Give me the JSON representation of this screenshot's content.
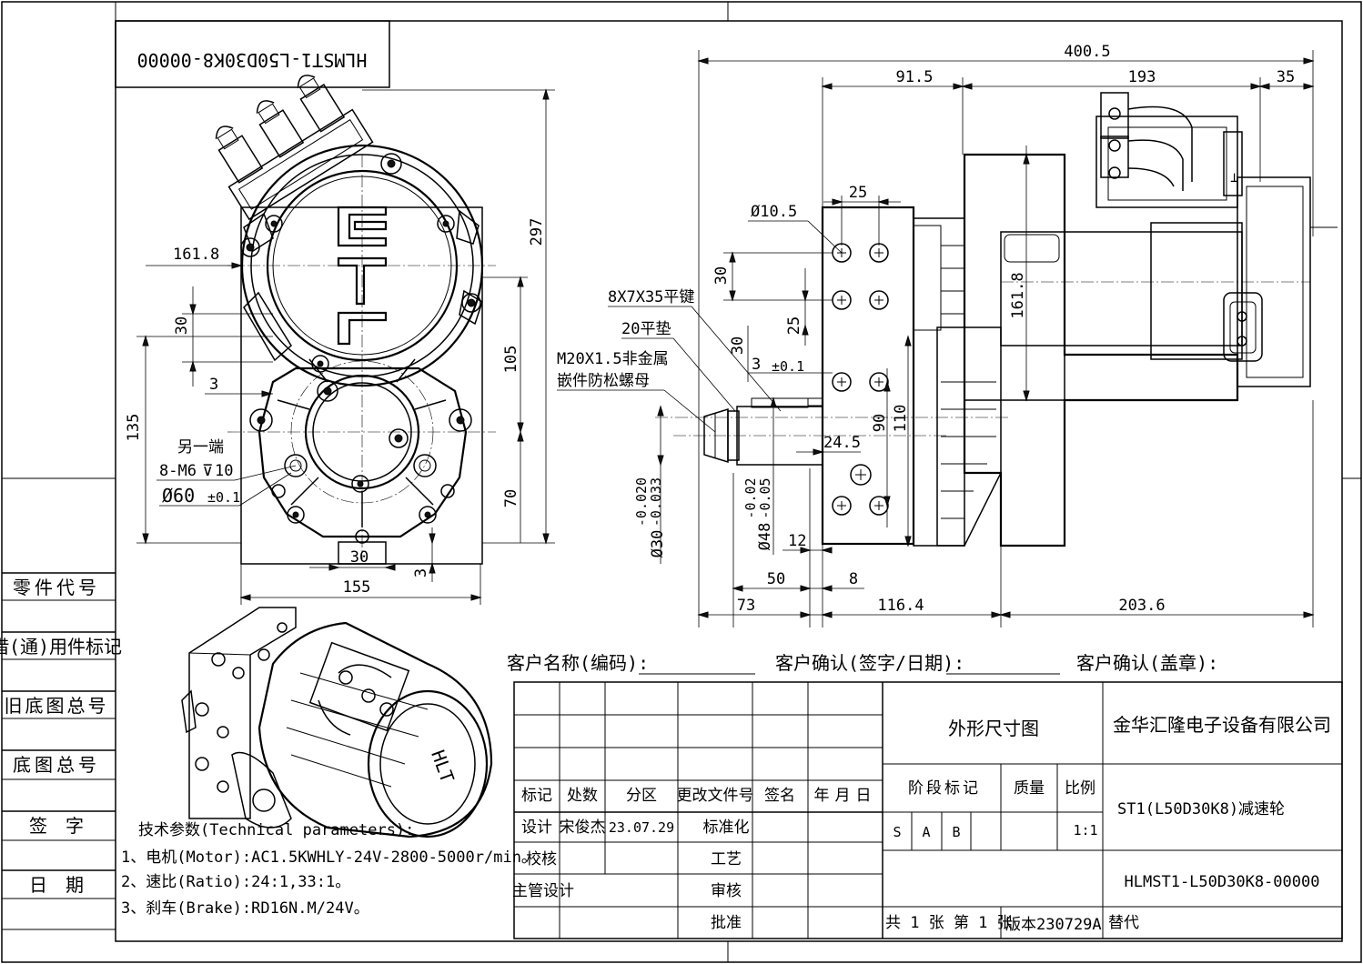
{
  "title_stamp": "HLMST1-L50D30K8-00000",
  "front_view": {
    "d_297": "297",
    "d_161_8": "161.8",
    "d_30": "30",
    "d_3": "3",
    "d_105": "105",
    "d_135": "135",
    "d_70": "70",
    "d_30b": "30",
    "d_3b": "3",
    "d_155": "155",
    "note_other_end": "另一端",
    "note_m6": "8-M6",
    "note_m6_depth": "10",
    "note_phi60": "Ø60",
    "note_phi60_tol": "±0.1"
  },
  "side_view": {
    "d_400_5": "400.5",
    "d_91_5": "91.5",
    "d_193": "193",
    "d_35": "35",
    "d_25": "25",
    "d_phi10_5": "Ø10.5",
    "d_30": "30",
    "d_25b": "25",
    "d_30b": "30",
    "d_3": "3",
    "d_3_tol": "±0.1",
    "d_161_8": "161.8",
    "d_110": "110",
    "d_90": "90",
    "d_24_5": "24.5",
    "d_phi30": "Ø30",
    "d_phi30_tol_upper": "-0.020",
    "d_phi30_tol_lower": "-0.033",
    "d_phi48": "Ø48",
    "d_phi48_tol_upper": "-0.02",
    "d_phi48_tol_lower": "-0.05",
    "d_12": "12",
    "d_50": "50",
    "d_8": "8",
    "d_73": "73",
    "d_116_4": "116.4",
    "d_203_6": "203.6",
    "label_key": "8X7X35平键",
    "label_washer": "20平垫",
    "label_nut_1": "M20X1.5非金属",
    "label_nut_2": "嵌件防松螺母"
  },
  "left_strip": {
    "part_code": "零件代号",
    "borrowed_mark": "借(通)用件标记",
    "old_base_total": "旧底图总号",
    "base_total": "底图总号",
    "signature": "签　字",
    "date": "日　期"
  },
  "tech_params": {
    "heading": "技术参数(Technical parameters):",
    "line1": "1、电机(Motor):AC1.5KWHLY-24V-2800-5000r/min。",
    "line2": "2、速比(Ratio):24:1,33:1。",
    "line3": "3、刹车(Brake):RD16N.M/24V。"
  },
  "customer": {
    "name_label": "客户名称(编码):",
    "confirm_sign_label": "客户确认(签字/日期):",
    "confirm_seal_label": "客户确认(盖章):"
  },
  "title_block": {
    "h_mark": "标记",
    "h_count": "处数",
    "h_zone": "分区",
    "h_change_doc": "更改文件号",
    "h_sign": "签名",
    "h_date": "年月日",
    "r_design": "设计",
    "designer": "宋俊杰",
    "design_date": "23.07.29",
    "r_standard": "标准化",
    "r_check": "校核",
    "r_process": "工艺",
    "r_chief": "主管设计",
    "r_review": "审核",
    "r_approve": "批准",
    "drawing_name": "外形尺寸图",
    "company": "金华汇隆电子设备有限公司",
    "h_stage": "阶段标记",
    "h_mass": "质量",
    "h_scale": "比例",
    "stage_s": "S",
    "stage_a": "A",
    "stage_b": "B",
    "scale": "1:1",
    "product": "ST1(L50D30K8)减速轮",
    "drawing_no": "HLMST1-L50D30K8-00000",
    "sheets": "共 1 张  第 1 张",
    "version": "版本230729A",
    "replace": "替代"
  }
}
